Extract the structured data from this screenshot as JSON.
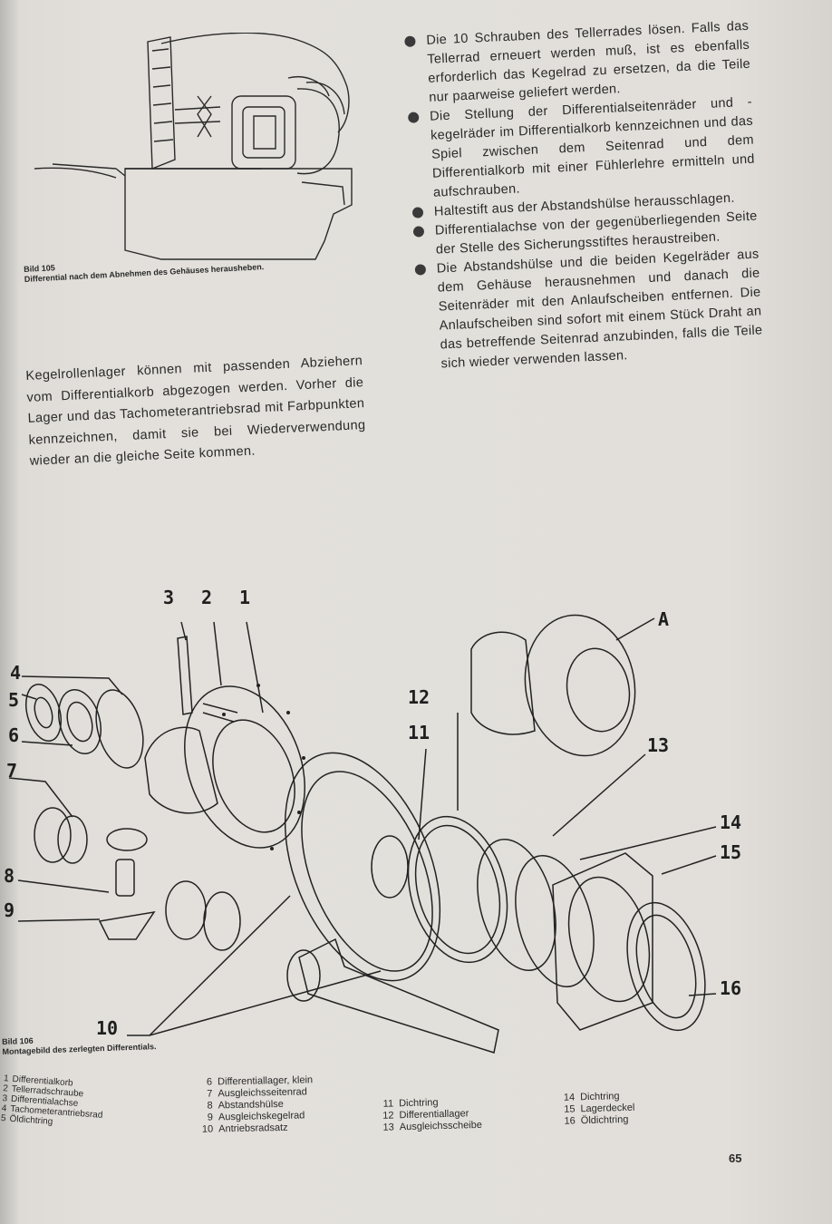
{
  "figure105": {
    "label": "Bild 105",
    "caption": "Differential nach dem Abnehmen des Gehäuses herausheben."
  },
  "left_paragraph": "Kegelrollenlager können mit passenden Abziehern vom Differentialkorb abgezogen werden. Vorher die Lager und das Tachometerantriebsrad mit Farbpunkten kennzeichnen, damit sie bei Wiederverwendung wieder an die gleiche Seite kommen.",
  "instructions": [
    "Die 10 Schrauben des Tellerrades lösen. Falls das Tellerrad erneuert werden muß, ist es ebenfalls erforderlich das Kegelrad zu ersetzen, da die Teile nur paarweise geliefert werden.",
    "Die Stellung der Differentialseitenräder und -kegelräder im Differentialkorb kennzeichnen und das Spiel zwischen dem Seitenrad und dem Differentialkorb mit einer Fühlerlehre ermitteln und aufschrauben.",
    "Haltestift aus der Abstandshülse herausschlagen.",
    "Differentialachse von der gegenüberliegenden Seite der Stelle des Sicherungsstiftes heraustreiben.",
    "Die Abstandshülse und die beiden Kegelräder aus dem Gehäuse herausnehmen und danach die Seitenräder mit den Anlaufscheiben entfernen. Die Anlaufscheiben sind sofort mit einem Stück Draht an das betreffende Seitenrad anzubinden, falls die Teile sich wieder verwenden lassen."
  ],
  "figure106": {
    "label": "Bild 106",
    "caption": "Montagebild des zerlegten Differentials.",
    "callouts": {
      "c1": "1",
      "c2": "2",
      "c3": "3",
      "c4": "4",
      "c5": "5",
      "c6": "6",
      "c7": "7",
      "c8": "8",
      "c9": "9",
      "c10": "10",
      "c11": "11",
      "c12": "12",
      "c13": "13",
      "c14": "14",
      "c15": "15",
      "c16": "16",
      "cA": "A"
    },
    "legend_col1": [
      {
        "num": "1",
        "text": "Differentialkorb"
      },
      {
        "num": "2",
        "text": "Tellerradschraube"
      },
      {
        "num": "3",
        "text": "Differentialachse"
      },
      {
        "num": "4",
        "text": "Tachometerantriebsrad"
      },
      {
        "num": "5",
        "text": "Öldichtring"
      }
    ],
    "legend_col2": [
      {
        "num": "6",
        "text": "Differentiallager, klein"
      },
      {
        "num": "7",
        "text": "Ausgleichsseitenrad"
      },
      {
        "num": "8",
        "text": "Abstandshülse"
      },
      {
        "num": "9",
        "text": "Ausgleichskegelrad"
      },
      {
        "num": "10",
        "text": "Antriebsradsatz"
      }
    ],
    "legend_col3": [
      {
        "num": "11",
        "text": "Dichtring"
      },
      {
        "num": "12",
        "text": "Differentiallager"
      },
      {
        "num": "13",
        "text": "Ausgleichsscheibe"
      }
    ],
    "legend_col4": [
      {
        "num": "14",
        "text": "Dichtring"
      },
      {
        "num": "15",
        "text": "Lagerdeckel"
      },
      {
        "num": "16",
        "text": "Öldichtring"
      }
    ]
  },
  "page_number": "65"
}
